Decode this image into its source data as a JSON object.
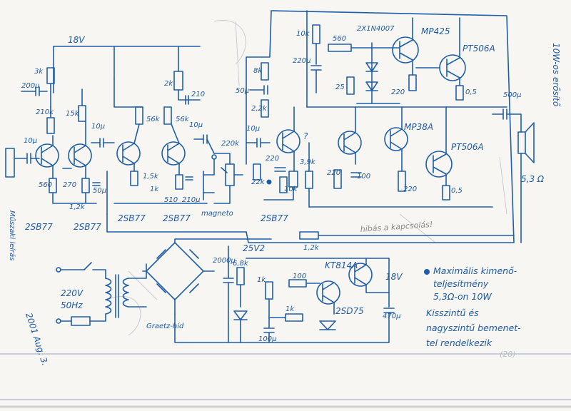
{
  "supply_labels": {
    "main_18v": "18V",
    "amp_18v": "18V",
    "psu_25v": "25V2"
  },
  "preamp": {
    "input_cap": "10μ",
    "stage1": {
      "q1": "2SB77",
      "q2": "2SB77",
      "resistors": [
        "3k",
        "210k",
        "15k",
        "560",
        "270",
        "1,2k"
      ],
      "caps": [
        "200μ",
        "50μ",
        "10μ"
      ]
    },
    "stage2": {
      "q3": "2SB77",
      "q4": "2SB77",
      "resistors": [
        "2k",
        "56k",
        "56k",
        "1,5k",
        "1k",
        "510"
      ],
      "caps": [
        "210",
        "10μ",
        "210μ"
      ]
    },
    "magneto_label": "magneto",
    "coupling": [
      "10μ",
      "220k",
      "10μ"
    ]
  },
  "power_amp": {
    "driver": "2SB77",
    "top_labels": [
      "8k",
      "50μ",
      "2,2k",
      "10k",
      "220μ",
      "560",
      "25",
      "2X1N4007",
      "220",
      "MP425",
      "PT506A",
      "0,5"
    ],
    "middle_labels": [
      "22k",
      "3,9k",
      "10k",
      "220",
      "220",
      "100",
      "MP38A",
      "PT506A",
      "220",
      "0,5",
      "1,2k",
      "?"
    ],
    "output_cap": "500μ",
    "speaker": "5,3 Ω",
    "speaker_note": "10W-os erősítő",
    "pencil_note": "hibás a kapcsolás!"
  },
  "power_supply": {
    "mains": "220V",
    "freq": "50Hz",
    "bridge": "Graetz-híd",
    "caps": [
      "2000μ",
      "100μ",
      "470μ"
    ],
    "resistors": [
      "6,8k",
      "1k",
      "100",
      "1k"
    ],
    "transistors": [
      "KT814A",
      "2SD75"
    ],
    "output": "18V"
  },
  "description": [
    "Maximális kimenő-",
    "teljesítmény",
    "5,3Ω-on 10W",
    "Kisszintű és",
    "nagyszintű bemenet-",
    "tel rendelkezik"
  ],
  "margin_notes": {
    "left_vertical": "Műszaki leírás",
    "bottom_left_date": "2001 Aug. 3.",
    "stamp": "(20)"
  }
}
